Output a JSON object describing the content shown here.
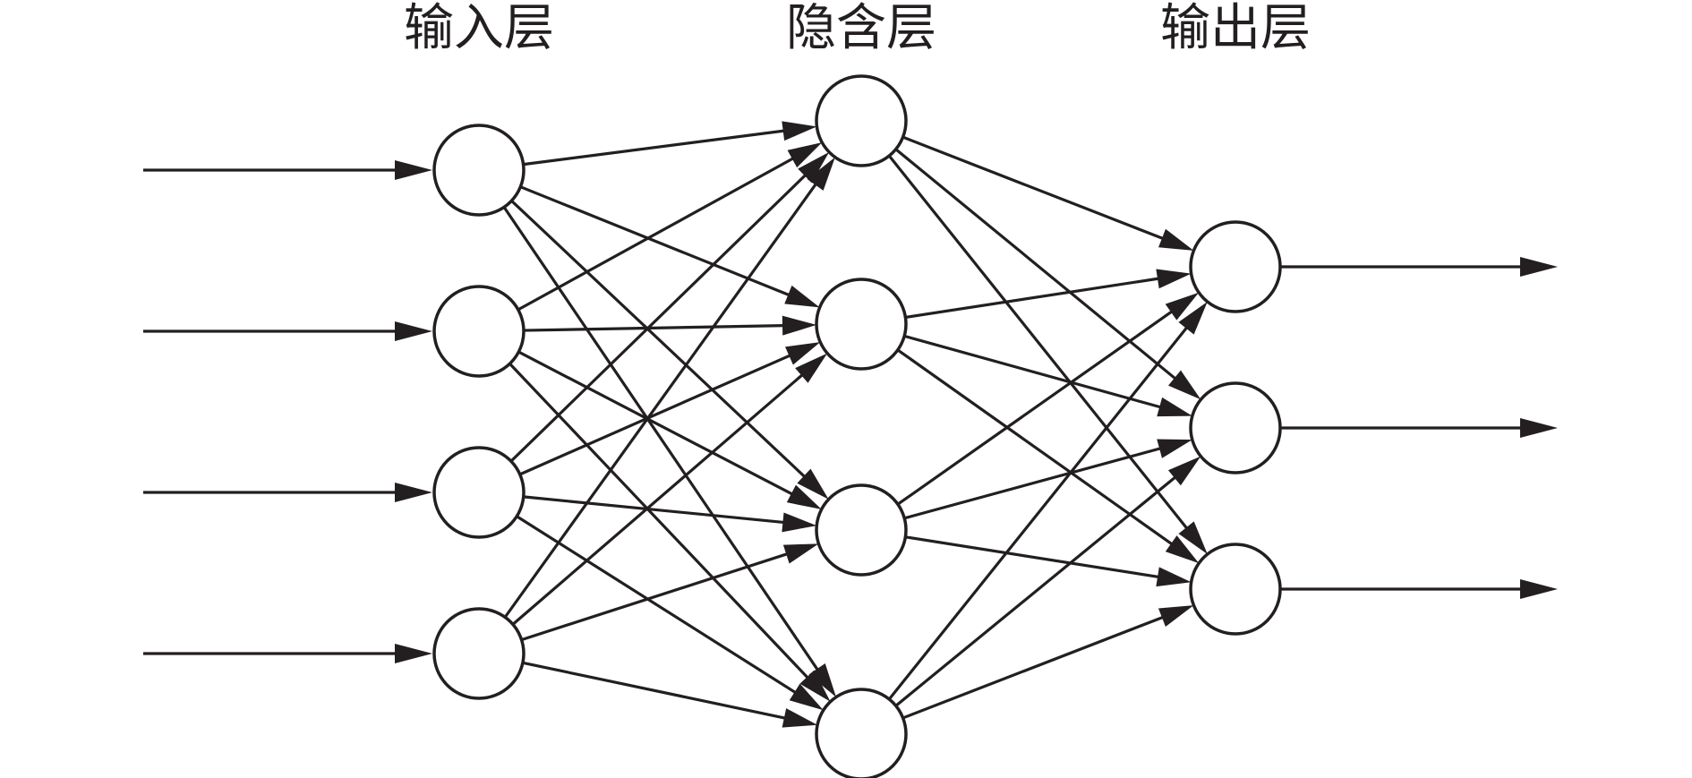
{
  "diagram": {
    "type": "neural-network",
    "layers": [
      {
        "id": "input",
        "title": "输入层",
        "nodes": 4
      },
      {
        "id": "hidden",
        "title": "隐含层",
        "nodes": 4
      },
      {
        "id": "output",
        "title": "输出层",
        "nodes": 3
      }
    ],
    "connections": "fully-connected",
    "inputs": 4,
    "outputs": 3,
    "colors": {
      "stroke": "#231f20",
      "background": "#ffffff"
    }
  }
}
